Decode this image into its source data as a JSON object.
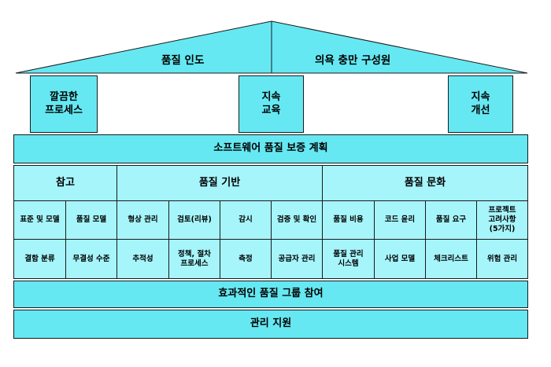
{
  "roof": {
    "left_label": "품질 인도",
    "right_label": "의욕 충만 구성원"
  },
  "pillars": [
    "깔끔한\n프로세스",
    "지속\n교육",
    "지속\n개선"
  ],
  "plan_bar": "소프트웨어 품질 보증 계획",
  "groups": [
    {
      "title": "참고",
      "items": [
        "표준 및 모델",
        "품질 모델",
        "결함 분류",
        "무결성 수준"
      ]
    },
    {
      "title": "품질 기반",
      "items": [
        "형상 관리",
        "검토(리뷰)",
        "감시",
        "검증 및 확인",
        "추적성",
        "정책, 절차\n프로세스",
        "측정",
        "공급자 관리"
      ]
    },
    {
      "title": "품질 문화",
      "items": [
        "품질 비용",
        "코드 윤리",
        "품질 요구",
        "프로젝트\n고려사항\n(5가지)",
        "품질 관리\n시스템",
        "사업 모델",
        "체크리스트",
        "위험 관리"
      ]
    }
  ],
  "bottom_bars": [
    "효과적인 품질 그룹 참여",
    "관리 지원"
  ],
  "colors": {
    "dark_cyan": "#66e8f2",
    "light_cyan": "#a6f5fb",
    "border": "#1a1a1a"
  }
}
